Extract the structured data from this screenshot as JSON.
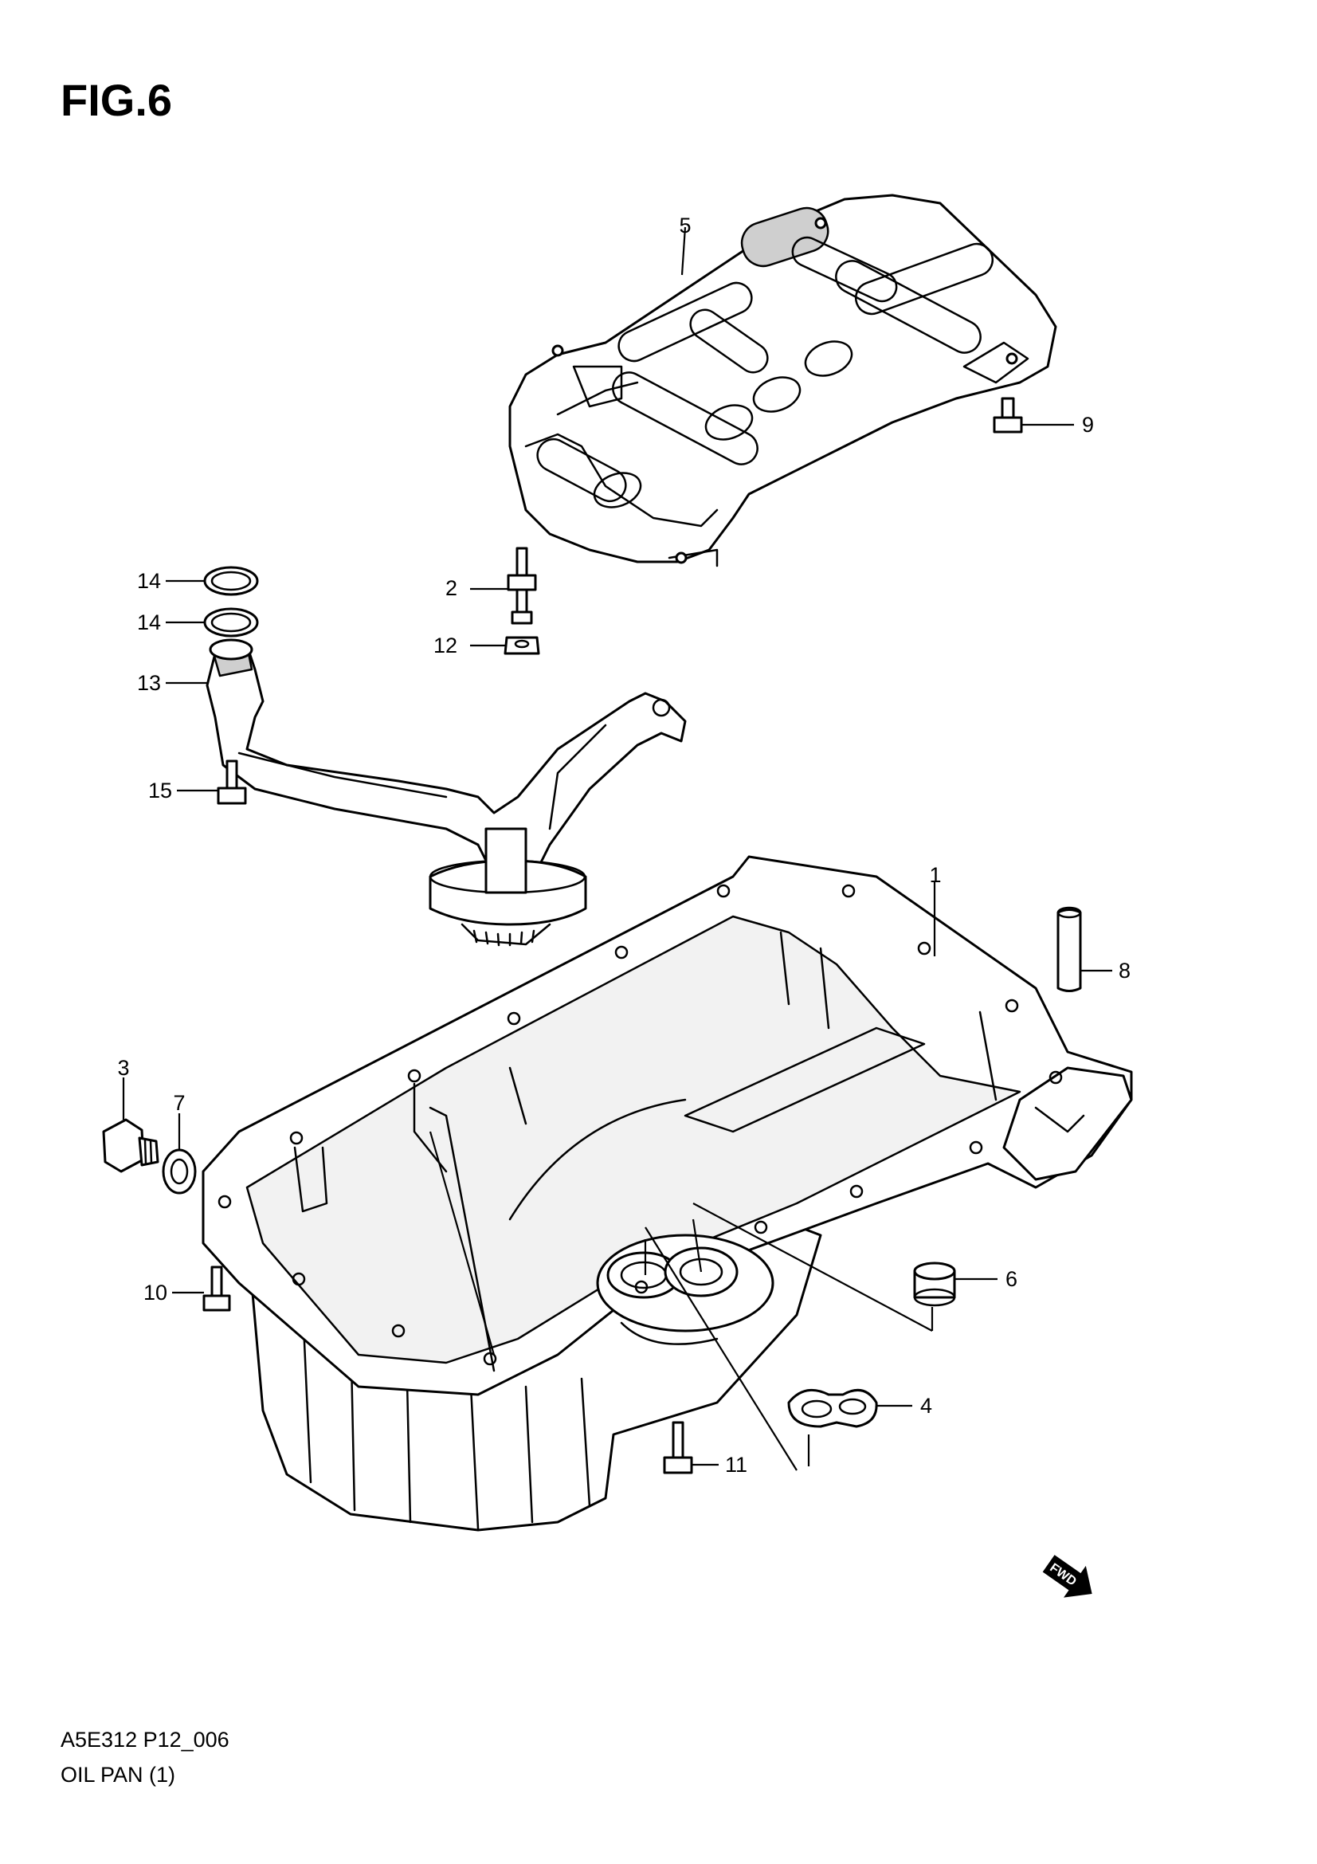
{
  "figure": {
    "title": "FIG.6",
    "code": "A5E312 P12_006",
    "name": "OIL PAN (1)"
  },
  "callouts": {
    "c1": "1",
    "c2": "2",
    "c3": "3",
    "c4": "4",
    "c5": "5",
    "c6": "6",
    "c7": "7",
    "c8": "8",
    "c9": "9",
    "c10": "10",
    "c11": "11",
    "c12": "12",
    "c13": "13",
    "c14a": "14",
    "c14b": "14",
    "c15": "15"
  },
  "fwd": {
    "label": "FWD"
  }
}
